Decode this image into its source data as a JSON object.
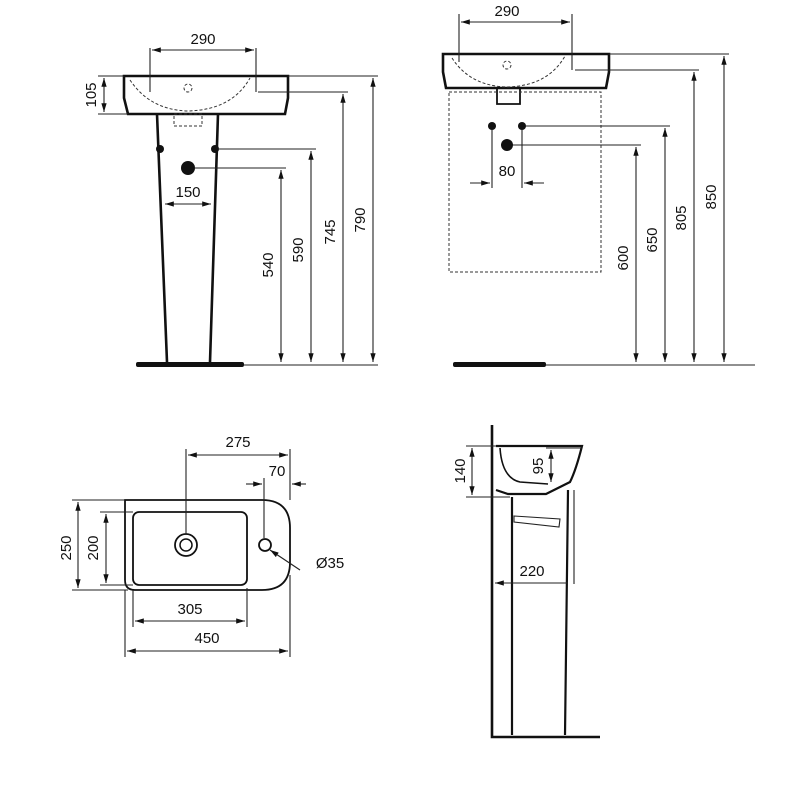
{
  "title": "Washbasin with pedestal dimension drawing",
  "views": {
    "front_pedestal": {
      "tap_spacing": "290",
      "basin_height": "105",
      "pedestal_width": "150",
      "waste_height": "540",
      "supply_height": "590",
      "tap_height": "745",
      "rim_height": "790"
    },
    "front_wall_hung": {
      "tap_spacing": "290",
      "supply_spacing": "80",
      "waste_height": "600",
      "supply_height": "650",
      "tap_height": "805",
      "rim_height": "850"
    },
    "top": {
      "waste_to_tap": "275",
      "tap_to_edge": "70",
      "depth": "250",
      "bowl_depth": "200",
      "tap_hole": "Ø35",
      "bowl_width": "305",
      "width": "450"
    },
    "side": {
      "basin_height": "140",
      "bowl_depth": "95",
      "pedestal_projection": "220"
    }
  },
  "colors": {
    "line": "#111111",
    "background": "#ffffff"
  }
}
